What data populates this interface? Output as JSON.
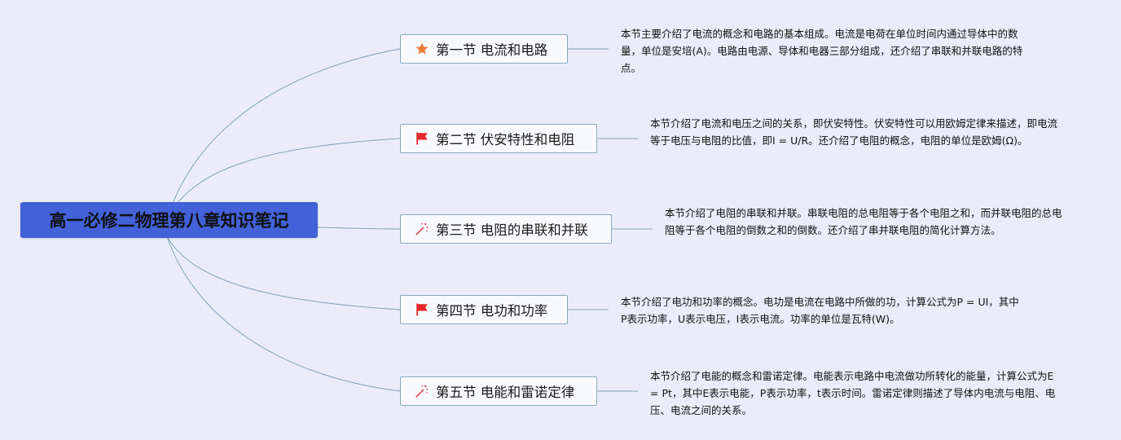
{
  "root": {
    "title": "高一必修二物理第八章知识笔记"
  },
  "branches": [
    {
      "icon": "star-icon",
      "title": "第一节 电流和电路",
      "note": "本节主要介绍了电流的概念和电路的基本组成。电流是电荷在单位时间内通过导体中的数量，单位是安培(A)。电路由电源、导体和电器三部分组成，还介绍了串联和并联电路的特点。"
    },
    {
      "icon": "flag-icon",
      "title": "第二节 伏安特性和电阻",
      "note": "本节介绍了电流和电压之间的关系，即伏安特性。伏安特性可以用欧姆定律来描述，即电流等于电压与电阻的比值，即I = U/R。还介绍了电阻的概念，电阻的单位是欧姆(Ω)。"
    },
    {
      "icon": "magic-wand-icon",
      "title": "第三节 电阻的串联和并联",
      "note": "本节介绍了电阻的串联和并联。串联电阻的总电阻等于各个电阻之和，而并联电阻的总电阻等于各个电阻的倒数之和的倒数。还介绍了串并联电阻的简化计算方法。"
    },
    {
      "icon": "flag-icon",
      "title": "第四节 电功和功率",
      "note": "本节介绍了电功和功率的概念。电功是电流在电路中所做的功，计算公式为P = UI，其中P表示功率，U表示电压，I表示电流。功率的单位是瓦特(W)。"
    },
    {
      "icon": "magic-wand-icon",
      "title": "第五节 电能和雷诺定律",
      "note": "本节介绍了电能的概念和雷诺定律。电能表示电路中电流做功所转化的能量，计算公式为E = Pt，其中E表示电能，P表示功率，t表示时间。雷诺定律则描述了导体内电流与电阻、电压、电流之间的关系。"
    }
  ],
  "colors": {
    "background": "#eaedf9",
    "root_fill": "#4361d8",
    "topic_border": "#85a9bd",
    "connector": "#7fa3b8",
    "star": "#ee7a34",
    "flag": "#e52a2a",
    "wand": "#e8506a"
  }
}
